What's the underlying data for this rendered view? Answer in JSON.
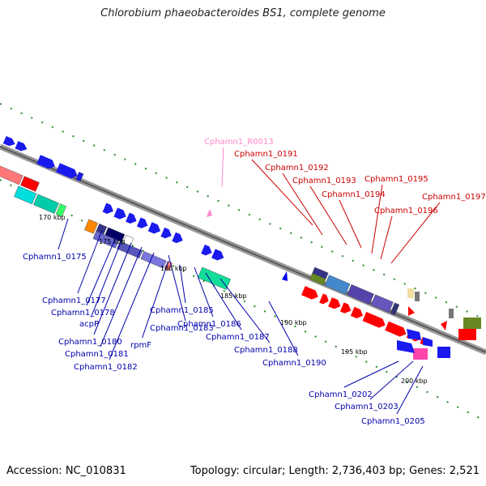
{
  "title": "Chlorobium phaeobacteroides BS1, complete genome",
  "footer": {
    "accession": "Accession: NC_010831",
    "summary": "Topology: circular; Length: 2,736,403 bp; Genes: 2,521"
  },
  "ticks": [
    {
      "label": "170 kbp",
      "pos": 170
    },
    {
      "label": "175 kbp",
      "pos": 175
    },
    {
      "label": "180 kbp",
      "pos": 180
    },
    {
      "label": "185 kbp",
      "pos": 185
    },
    {
      "label": "190 kbp",
      "pos": 190
    },
    {
      "label": "195 kbp",
      "pos": 195
    },
    {
      "label": "200 kbp",
      "pos": 200
    }
  ],
  "gene_labels": [
    {
      "id": "pink",
      "text": "Cphamn1_R0013",
      "color": "#ff88cc"
    },
    {
      "id": "r191",
      "text": "Cphamn1_0191",
      "color": "#cc0000"
    },
    {
      "id": "r192",
      "text": "Cphamn1_0192",
      "color": "#cc0000"
    },
    {
      "id": "r193",
      "text": "Cphamn1_0193",
      "color": "#cc0000"
    },
    {
      "id": "r194",
      "text": "Cphamn1_0194",
      "color": "#cc0000"
    },
    {
      "id": "r195",
      "text": "Cphamn1_0195",
      "color": "#cc0000"
    },
    {
      "id": "r196",
      "text": "Cphamn1_0196",
      "color": "#cc0000"
    },
    {
      "id": "r197",
      "text": "Cphamn1_0197",
      "color": "#cc0000"
    },
    {
      "id": "b175",
      "text": "Cphamn1_0175",
      "color": "#0000aa"
    },
    {
      "id": "b177",
      "text": "Cphamn1_0177",
      "color": "#0000aa"
    },
    {
      "id": "b178",
      "text": "Cphamn1_0178",
      "color": "#0000aa"
    },
    {
      "id": "acpP",
      "text": "acpP",
      "color": "#0000aa"
    },
    {
      "id": "b180",
      "text": "Cphamn1_0180",
      "color": "#0000aa"
    },
    {
      "id": "b181",
      "text": "Cphamn1_0181",
      "color": "#0000aa"
    },
    {
      "id": "b182",
      "text": "Cphamn1_0182",
      "color": "#0000aa"
    },
    {
      "id": "b183",
      "text": "Cphamn1_0183",
      "color": "#0000aa"
    },
    {
      "id": "rpmF",
      "text": "rpmF",
      "color": "#0000aa"
    },
    {
      "id": "b185",
      "text": "Cphamn1_0185",
      "color": "#0000aa"
    },
    {
      "id": "b186",
      "text": "Cphamn1_0186",
      "color": "#0000aa"
    },
    {
      "id": "b187",
      "text": "Cphamn1_0187",
      "color": "#0000aa"
    },
    {
      "id": "b188",
      "text": "Cphamn1_0188",
      "color": "#0000aa"
    },
    {
      "id": "b190",
      "text": "Cphamn1_0190",
      "color": "#0000aa"
    },
    {
      "id": "b202",
      "text": "Cphamn1_0202",
      "color": "#0000aa"
    },
    {
      "id": "b203",
      "text": "Cphamn1_0203",
      "color": "#0000aa"
    },
    {
      "id": "b205",
      "text": "Cphamn1_0205",
      "color": "#0000aa"
    }
  ]
}
